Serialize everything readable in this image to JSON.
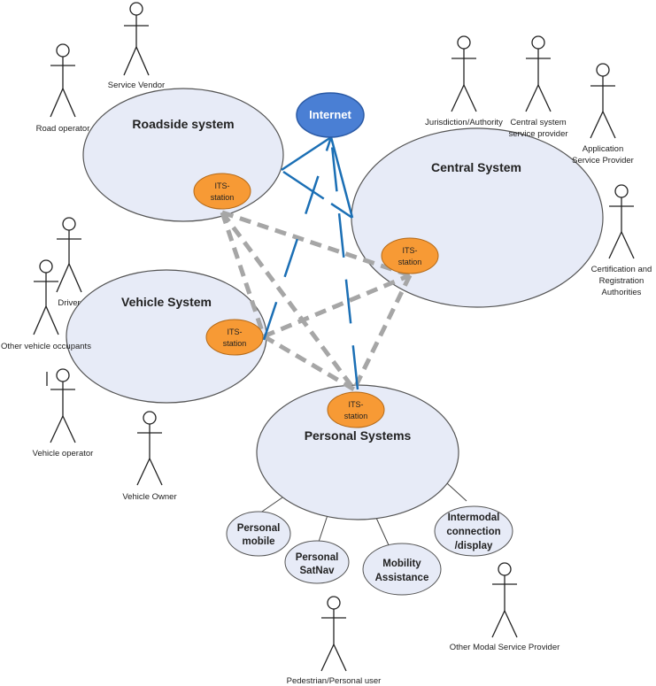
{
  "systems": {
    "roadside": {
      "title": "Roadside system",
      "its": [
        "ITS-",
        "station"
      ]
    },
    "central": {
      "title": "Central System",
      "its": [
        "ITS-",
        "station"
      ]
    },
    "vehicle": {
      "title": "Vehicle System",
      "its": [
        "ITS-",
        "station"
      ]
    },
    "personal": {
      "title": "Personal Systems",
      "its": [
        "ITS-",
        "station"
      ]
    }
  },
  "internet": {
    "label": "Internet"
  },
  "personal_subsystems": {
    "mobile": [
      "Personal",
      "mobile"
    ],
    "satnav": [
      "Personal",
      "SatNav"
    ],
    "mobility": [
      "Mobility",
      "Assistance"
    ],
    "intermodal": [
      "Intermodal",
      "connection",
      "/display"
    ]
  },
  "actors": {
    "service_vendor": [
      "Service Vendor"
    ],
    "road_operator": [
      "Road operator"
    ],
    "jurisdiction": [
      "Jurisdiction/Authority"
    ],
    "central_provider": [
      "Central system",
      "service provider"
    ],
    "app_provider": [
      "Application",
      "Service Provider"
    ],
    "certification": [
      "Certification and",
      "Registration",
      "Authorities"
    ],
    "driver": [
      "Driver"
    ],
    "other_occupants": [
      "Other vehicle occupants"
    ],
    "vehicle_operator": [
      "Vehicle operator"
    ],
    "vehicle_owner": [
      "Vehicle Owner"
    ],
    "pedestrian": [
      "Pedestrian/Personal user"
    ],
    "other_modal": [
      "Other Modal Service Provider"
    ]
  },
  "colors": {
    "system_fill": "#e7ebf7",
    "its_fill": "#f79a35",
    "internet_fill": "#4a7fd4",
    "link_blue": "#1b6fb5",
    "link_gray": "#a6a6a6"
  }
}
